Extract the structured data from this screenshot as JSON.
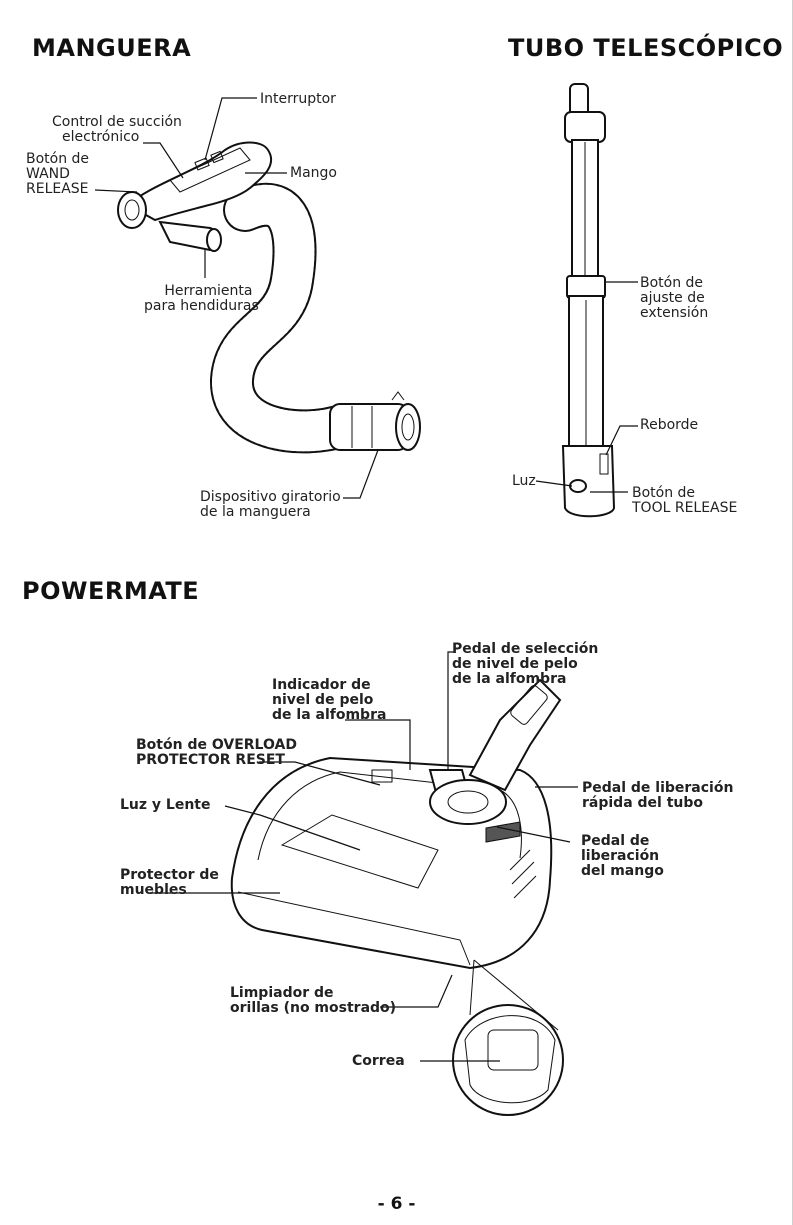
{
  "headings": {
    "hose": "MANGUERA",
    "wand": "TUBO TELESCÓPICO",
    "powermate": "POWERMATE"
  },
  "hose_labels": {
    "suction_control": [
      "Control de succión",
      "electrónico"
    ],
    "switch": "Interruptor",
    "wand_release": [
      "Botón de",
      "WAND",
      "RELEASE"
    ],
    "handle": "Mango",
    "crevice_tool": [
      "Herramienta",
      "para hendiduras"
    ],
    "swivel": [
      "Dispositivo giratorio",
      "de la manguera"
    ]
  },
  "wand_labels": {
    "extension_button": [
      "Botón de",
      "ajuste de",
      "extensión"
    ],
    "ridge": "Reborde",
    "light": "Luz",
    "tool_release": [
      "Botón de",
      "TOOL RELEASE"
    ]
  },
  "powermate_labels": {
    "pile_pedal": [
      "Pedal de selección",
      "de nivel de pelo",
      "de la alfombra"
    ],
    "pile_indicator": [
      "Indicador de",
      "nivel de pelo",
      "de la alfombra"
    ],
    "overload_reset": [
      "Botón de OVERLOAD",
      "PROTECTOR RESET"
    ],
    "wand_release_pedal": [
      "Pedal de liberación",
      "rápida del tubo"
    ],
    "light_lens": "Luz y Lente",
    "handle_release_pedal": [
      "Pedal de",
      "liberación",
      "del mango"
    ],
    "furniture_guard": [
      "Protector de",
      "muebles"
    ],
    "edge_cleaner": [
      "Limpiador de",
      "orillas (no mostrado)"
    ],
    "belt": "Correa"
  },
  "footer": {
    "page_number": "- 6 -"
  }
}
